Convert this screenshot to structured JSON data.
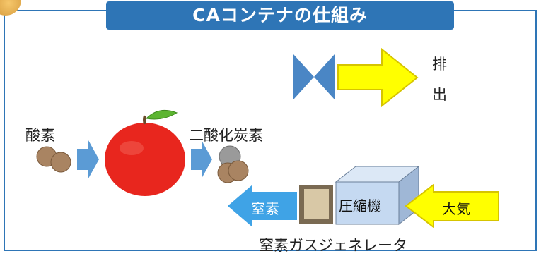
{
  "title": "CAコンテナの仕組み",
  "labels": {
    "oxygen": "酸素",
    "co2": "二酸化炭素",
    "exhaust_line1": "排",
    "exhaust_line2": "出",
    "nitrogen": "窒素",
    "compressor": "圧縮機",
    "atmosphere": "大気",
    "generator": "窒素ガスジェネレータ"
  },
  "colors": {
    "accent": "#2e75b6",
    "arrow_blue": "#5b9bd5",
    "arrow_yellow": "#ffff00",
    "apple_red": "#e8261e",
    "leaf_green": "#5cb531",
    "molecule_brown": "#a98462",
    "molecule_gray": "#9a9a9a",
    "compressor_box": "#c5d9f1",
    "filter_box": "#d8c8a6"
  },
  "icons": [
    "apple-icon",
    "oxygen-molecule-icon",
    "co2-molecule-icon",
    "valve-icon",
    "compressor-box",
    "filter-box"
  ]
}
